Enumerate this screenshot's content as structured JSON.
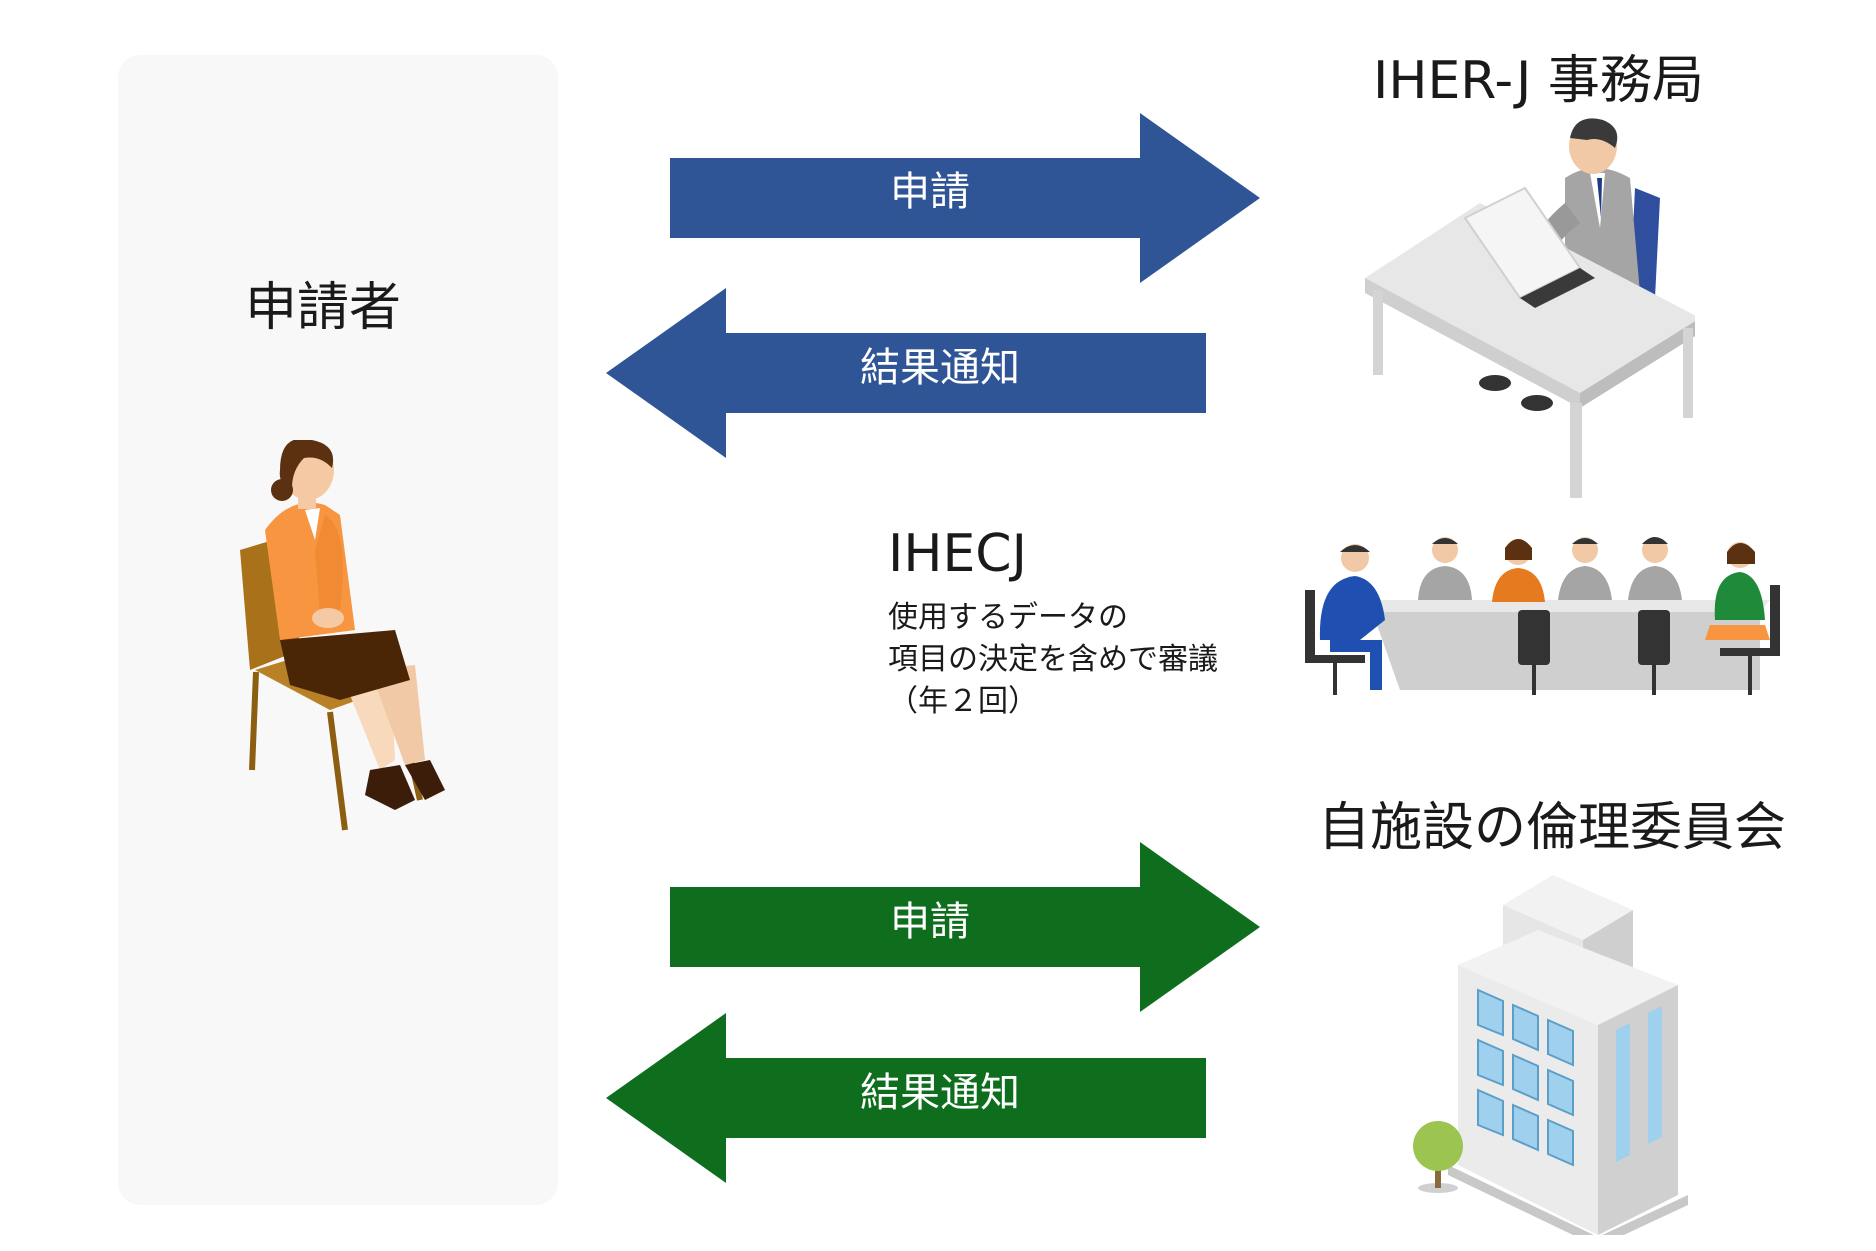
{
  "applicant": {
    "title": "申請者"
  },
  "iherj_office": {
    "title": "IHER-J 事務局"
  },
  "ihecj": {
    "title": "IHECJ",
    "description_lines": [
      "使用するデータの",
      "項目の決定を含めで審議",
      "（年２回）"
    ]
  },
  "ethics_committee": {
    "title": "自施設の倫理委員会"
  },
  "flows": {
    "office_apply": "申請",
    "office_result": "結果通知",
    "committee_apply": "申請",
    "committee_result": "結果通知"
  },
  "colors": {
    "blue_arrow": "#2f5597",
    "green_arrow": "#0e6e1e",
    "panel": "#f8f8f8"
  },
  "icons": [
    "seated-woman-icon",
    "office-worker-desk-icon",
    "meeting-group-icon",
    "hospital-building-icon",
    "tree-icon"
  ]
}
